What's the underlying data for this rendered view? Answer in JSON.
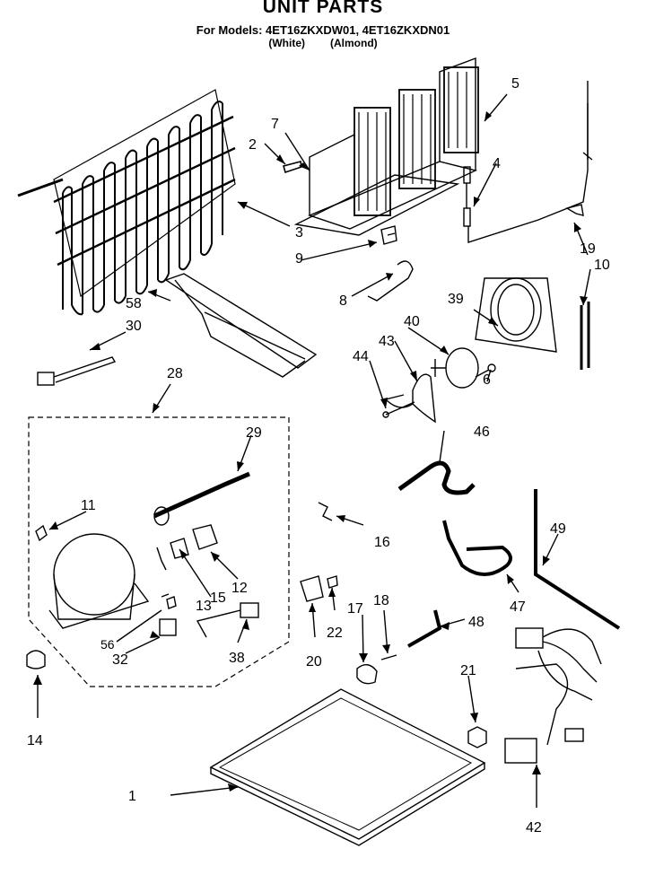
{
  "header": {
    "title": "UNIT PARTS",
    "models": "For Models: 4ET16ZKXDW01, 4ET16ZKXDN01",
    "color_white": "(White)",
    "color_almond": "(Almond)"
  },
  "callouts": [
    "1",
    "2",
    "3",
    "4",
    "5",
    "6",
    "7",
    "8",
    "9",
    "10",
    "11",
    "12",
    "13",
    "14",
    "15",
    "16",
    "17",
    "18",
    "19",
    "20",
    "21",
    "22",
    "28",
    "29",
    "30",
    "32",
    "38",
    "39",
    "40",
    "42",
    "43",
    "44",
    "46",
    "47",
    "48",
    "49",
    "56",
    "58"
  ],
  "colors": {
    "ink": "#000000",
    "paper": "#ffffff"
  }
}
